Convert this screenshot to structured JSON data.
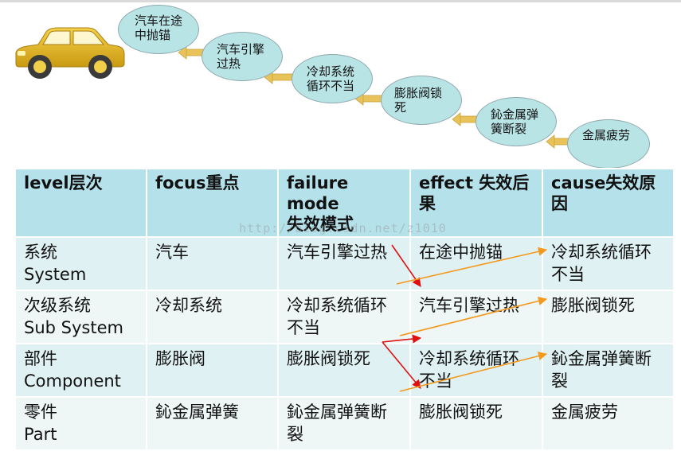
{
  "chain": [
    {
      "id": "b1",
      "lines": [
        "汽车在途",
        "中抛锚"
      ]
    },
    {
      "id": "b2",
      "lines": [
        "汽车引擎",
        "过热"
      ]
    },
    {
      "id": "b3",
      "lines": [
        "冷却系统",
        "循环不当"
      ]
    },
    {
      "id": "b4",
      "lines": [
        "膨胀阀锁",
        "死"
      ]
    },
    {
      "id": "b5",
      "lines": [
        "鈊金属弹",
        "簧断裂"
      ]
    },
    {
      "id": "b6",
      "lines": [
        "金属疲劳"
      ]
    }
  ],
  "table": {
    "headers": [
      [
        "level层次"
      ],
      [
        "focus重点"
      ],
      [
        "failure mode",
        "失效模式"
      ],
      [
        "effect 失效后",
        "果"
      ],
      [
        "cause失效原",
        "因"
      ]
    ],
    "rows": [
      [
        [
          "系统",
          "System"
        ],
        [
          "汽车"
        ],
        [
          "汽车引擎过热"
        ],
        [
          "在途中抛锚"
        ],
        [
          "冷却系统循环",
          "不当"
        ]
      ],
      [
        [
          "次级系统",
          "Sub System"
        ],
        [
          "冷却系统"
        ],
        [
          "冷却系统循环",
          "不当"
        ],
        [
          "汽车引擎过热"
        ],
        [
          "膨胀阀锁死"
        ]
      ],
      [
        [
          "部件",
          "Component"
        ],
        [
          "膨胀阀"
        ],
        [
          "膨胀阀锁死"
        ],
        [
          "冷却系统循环",
          "不当"
        ],
        [
          "鈊金属弹簧断",
          "裂"
        ]
      ],
      [
        [
          "零件",
          "Part"
        ],
        [
          "鈊金属弹簧"
        ],
        [
          "鈊金属弹簧断",
          "裂"
        ],
        [
          "膨胀阀锁死"
        ],
        [
          "金属疲劳"
        ]
      ]
    ]
  },
  "watermark": "http://blog.csdn.net/z1010",
  "colors": {
    "bubble_fill": "#b9e4e6",
    "chain_arrow": "#e8c35a",
    "red_arrow": "#e01010",
    "orange_arrow": "#f39a1e",
    "header_fill": "#b5e1ea"
  }
}
